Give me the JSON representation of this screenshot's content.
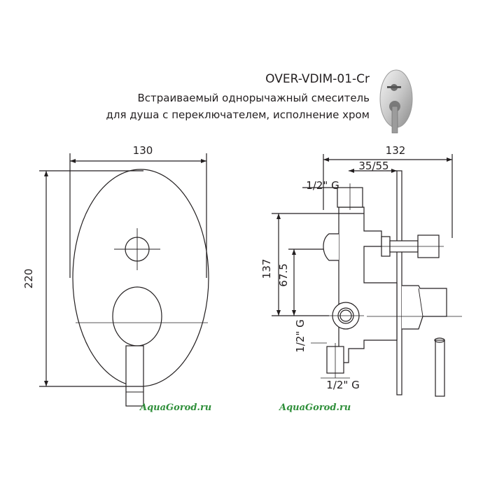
{
  "header": {
    "model": "OVER-VDIM-01-Cr",
    "line1": "Встраиваемый однорычажный смеситель",
    "line2": "для душа с переключателем, исполнение хром"
  },
  "front_view": {
    "width_label": "130",
    "height_label": "220"
  },
  "side_view": {
    "depth_label": "132",
    "range_label": "35/55",
    "thread_top": "1/2\" G",
    "height_label": "137",
    "axis_label": "67.5",
    "thread_left": "1/2\" G",
    "thread_bottom": "1/2\" G"
  },
  "watermarks": [
    "AquaGorod.ru",
    "AquaGorod.ru"
  ],
  "colors": {
    "line": "#231f20",
    "watermark": "#2f8f3a"
  }
}
